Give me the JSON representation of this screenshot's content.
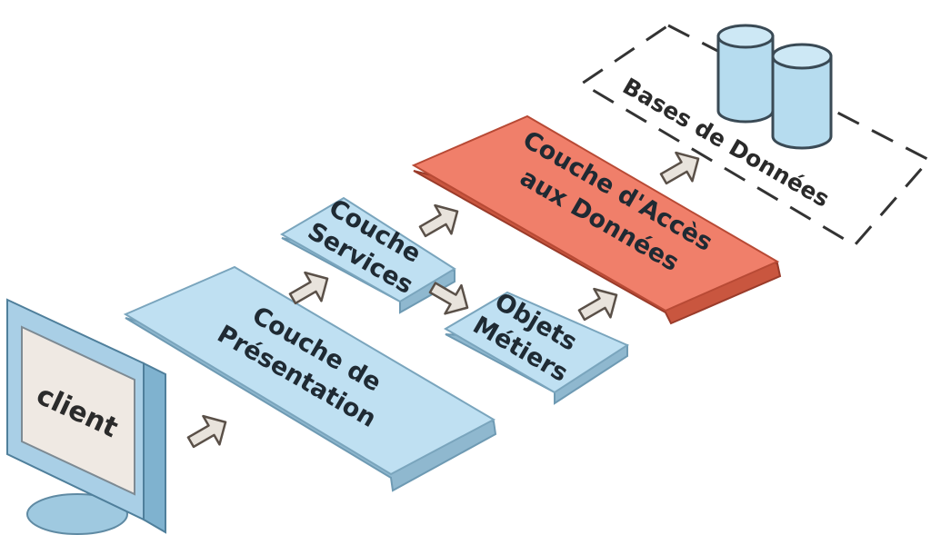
{
  "diagram": {
    "layers": {
      "presentation": {
        "line1": "Couche de",
        "line2": "Présentation"
      },
      "services": {
        "line1": "Couche",
        "line2": "Services"
      },
      "business": {
        "line1": "Objets",
        "line2": "Métiers"
      },
      "data_access": {
        "line1": "Couche d'Accès",
        "line2": "aux Données"
      }
    },
    "databases": {
      "label": "Bases de Données"
    },
    "client": {
      "label": "client"
    },
    "colors": {
      "layer_fill": "#bfe0f2",
      "layer_edge": "#8fb8cf",
      "data_access_fill": "#f07f6a",
      "data_access_edge": "#c9563f",
      "db_fill": "#b6dcef",
      "monitor_frame": "#a9cfe6",
      "monitor_screen": "#efe9e3",
      "arrow_fill": "#e8e3dc"
    }
  }
}
